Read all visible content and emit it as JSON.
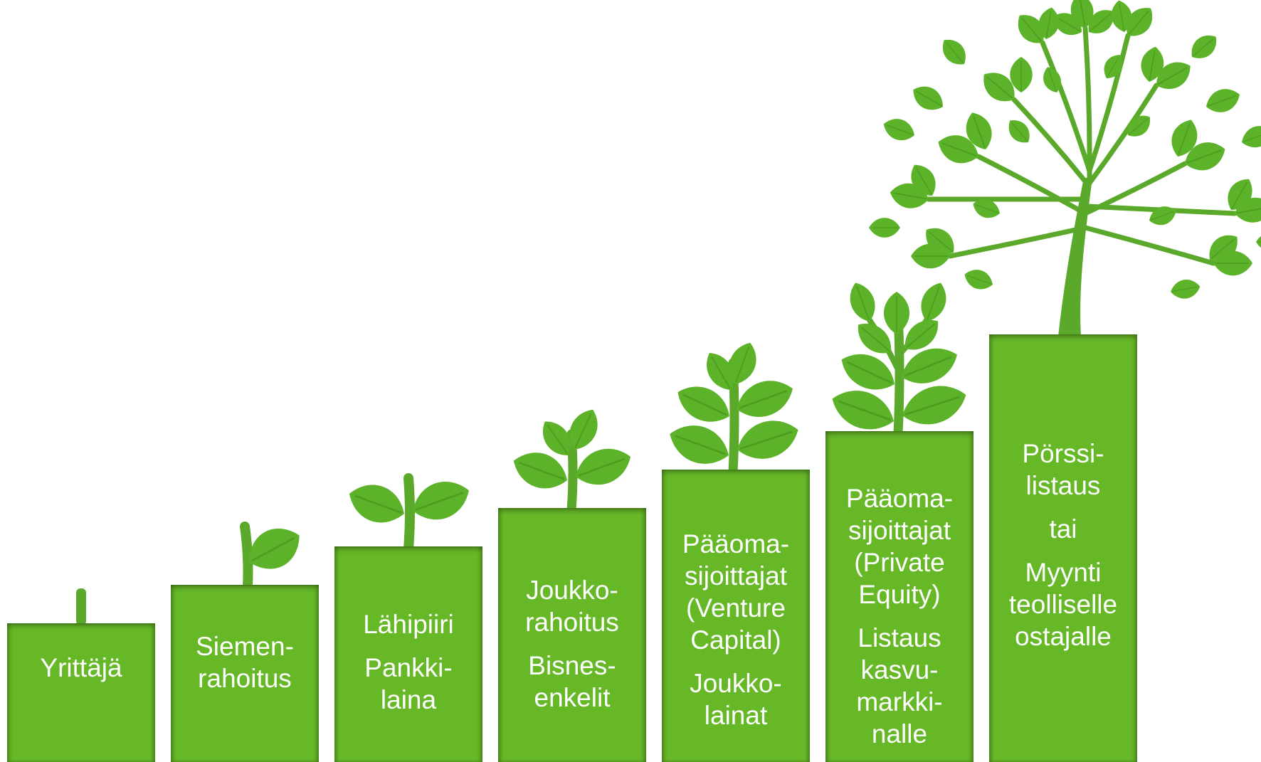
{
  "colors": {
    "green": "#66b827",
    "leaf": "#5cb228",
    "leaf_dark": "#3f8f1a",
    "stem": "#5aa92a",
    "text": "#ffffff"
  },
  "stages": [
    {
      "name": "yrittaja",
      "groups": [
        [
          "Yrittäjä"
        ]
      ],
      "plant": "sprout-stem"
    },
    {
      "name": "siemenrahoitus",
      "groups": [
        [
          "Siemen-",
          "rahoitus"
        ]
      ],
      "plant": "sprout-one-leaf"
    },
    {
      "name": "lahipiiri",
      "groups": [
        [
          "Lähipiiri"
        ],
        [
          "Pankki-",
          "laina"
        ]
      ],
      "plant": "seedling-two-leaves"
    },
    {
      "name": "joukkorahoitus",
      "groups": [
        [
          "Joukko-",
          "rahoitus"
        ],
        [
          "Bisnes-",
          "enkelit"
        ]
      ],
      "plant": "seedling-four-leaves"
    },
    {
      "name": "venture-capital",
      "groups": [
        [
          "Pääoma-",
          "sijoittajat",
          "(Venture",
          "Capital)"
        ],
        [
          "Joukko-",
          "lainat"
        ]
      ],
      "plant": "young-plant"
    },
    {
      "name": "private-equity",
      "groups": [
        [
          "Pääoma-",
          "sijoittajat",
          "(Private",
          "Equity)"
        ],
        [
          "Listaus",
          "kasvu-",
          "markki-",
          "nalle"
        ]
      ],
      "plant": "bushy-plant"
    },
    {
      "name": "porssilistaus",
      "groups": [
        [
          "Pörssi-",
          "listaus"
        ],
        [
          "tai"
        ],
        [
          "Myynti",
          "teolliselle",
          "ostajalle"
        ]
      ],
      "plant": "tree"
    }
  ]
}
